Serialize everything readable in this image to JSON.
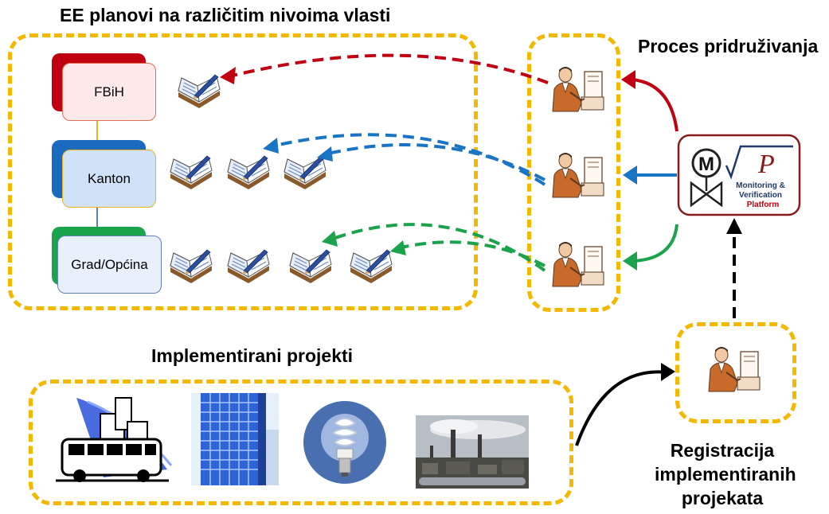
{
  "titles": {
    "plans": "EE planovi na različitim nivoima vlasti",
    "process": "Proces pridruživanja",
    "implemented": "Implementirani projekti",
    "registration_lines": [
      "Registracija",
      "implementiranih",
      "projekata"
    ]
  },
  "levels": [
    {
      "label": "FBiH",
      "plans": 1,
      "back_color": "#c00010",
      "front_color": "#fde9ea",
      "border_color": "#e07050"
    },
    {
      "label": "Kanton",
      "plans": 3,
      "back_color": "#1a6bc0",
      "front_color": "#cfe2f7",
      "border_color": "#f0b020"
    },
    {
      "label": "Grad/Općina",
      "plans": 4,
      "back_color": "#1aa34a",
      "front_color": "#e8f0fb",
      "border_color": "#5f7fbf"
    }
  ],
  "arrow_colors": {
    "fbih": "#c00010",
    "kanton": "#1a74c4",
    "grad": "#1aa34a",
    "black": "#000000"
  },
  "mvp_logo": {
    "letter_m": "M",
    "root_p": "P",
    "line1": "Monitoring &",
    "line2": "Verification",
    "line3": "Platform",
    "line3_color": "#c00010",
    "text_color": "#1f3a6a",
    "border_color": "#8b1a1a"
  },
  "icons": {
    "plan_book": "book-pen-icon",
    "person": "person-at-computer-icon",
    "bus": "bus-city-icon",
    "building": "glass-building-icon",
    "bulb": "energy-saving-bulb-icon",
    "factory": "industrial-plant-icon"
  }
}
